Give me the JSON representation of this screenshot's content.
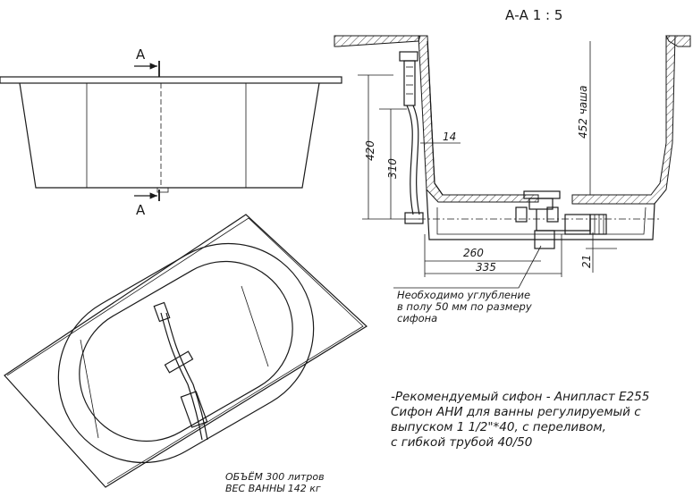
{
  "section_title": "А-А 1 : 5",
  "section_mark_top": "A",
  "section_mark_bottom": "A",
  "dimensions": {
    "d420": "420",
    "d310": "310",
    "d14": "14",
    "d452": "452 чаша",
    "d260": "260",
    "d335": "335",
    "d21": "21"
  },
  "note_recess": [
    "Необходимо углубление",
    "в полу 50 мм по размеру",
    "сифона"
  ],
  "siphon_note": [
    "-Рекомендуемый сифон - Анипласт Е255",
    "Сифон АНИ для ванны регулируемый с",
    "выпуском 1 1/2\"*40, с переливом,",
    "с гибкой трубой 40/50"
  ],
  "specs": [
    "ОБЪЁМ 300 литров",
    "ВЕС ВАННЫ 142 кг"
  ]
}
